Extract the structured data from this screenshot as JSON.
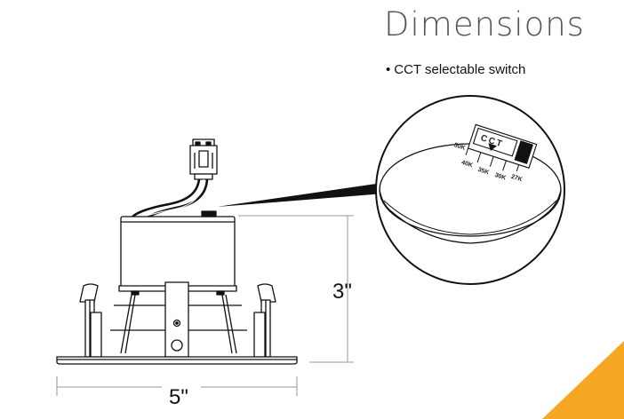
{
  "header": {
    "title": "Dimensions"
  },
  "feature": {
    "bullet": "•",
    "label": "CCT selectable switch"
  },
  "switch": {
    "title": "CCT",
    "positions": [
      "50K",
      "40K",
      "35K",
      "30K",
      "27K"
    ]
  },
  "dimensions": {
    "height": "3\"",
    "width": "5\""
  },
  "colors": {
    "accent": "#F5A623",
    "line": "#111111",
    "guide": "#999999"
  }
}
